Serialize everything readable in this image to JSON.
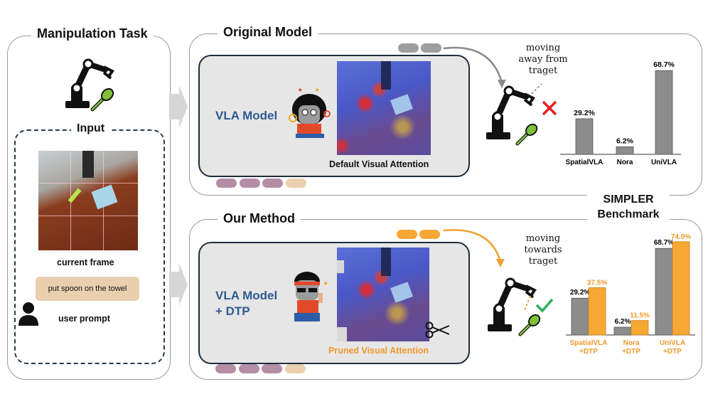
{
  "left_panel": {
    "title": "Manipulation Task",
    "input_title": "Input",
    "frame_caption": "current frame",
    "prompt_text": "put spoon on the towel",
    "prompt_caption": "user prompt"
  },
  "original": {
    "title": "Original Model",
    "model_label": "VLA Model",
    "attention_caption": "Default Visual Attention",
    "action_text": "moving away from traget"
  },
  "ours": {
    "title": "Our Method",
    "model_label_line1": "VLA Model",
    "model_label_line2": "+ DTP",
    "attention_caption": "Pruned Visual Attention",
    "action_text": "moving towards traget"
  },
  "benchmark_title": "SIMPLER Benchmark",
  "colors": {
    "gray_bar": "#8c8c8c",
    "orange_bar": "#f7a733",
    "orange_text": "#f0992a",
    "blue_text": "#2e5a91",
    "purple_token": "#b58da6",
    "beige_token": "#e9cfae",
    "gray_token": "#9e9e9e"
  },
  "chart_data": [
    {
      "type": "bar",
      "title": "",
      "categories": [
        "SpatialVLA",
        "Nora",
        "UniVLA"
      ],
      "series": [
        {
          "values": [
            29.2,
            6.2,
            68.7
          ]
        }
      ],
      "value_labels": [
        "29.2%",
        "6.2%",
        "68.7%"
      ],
      "ylim": [
        0,
        70
      ]
    },
    {
      "type": "bar",
      "title": "",
      "categories": [
        "SpatialVLA +DTP",
        "Nora +DTP",
        "UniVLA +DTP"
      ],
      "series": [
        {
          "values": [
            29.2,
            6.2,
            68.7
          ]
        },
        {
          "values": [
            37.5,
            11.5,
            74.0
          ]
        }
      ],
      "value_labels_gray": [
        "29.2%",
        "6.2%",
        "68.7%"
      ],
      "value_labels_orange": [
        "37.5%",
        "11.5%",
        "74.0%"
      ],
      "category_lines": [
        [
          "SpatialVLA",
          "+DTP"
        ],
        [
          "Nora",
          "+DTP"
        ],
        [
          "UniVLA",
          "+DTP"
        ]
      ],
      "ylim": [
        0,
        75
      ]
    }
  ]
}
